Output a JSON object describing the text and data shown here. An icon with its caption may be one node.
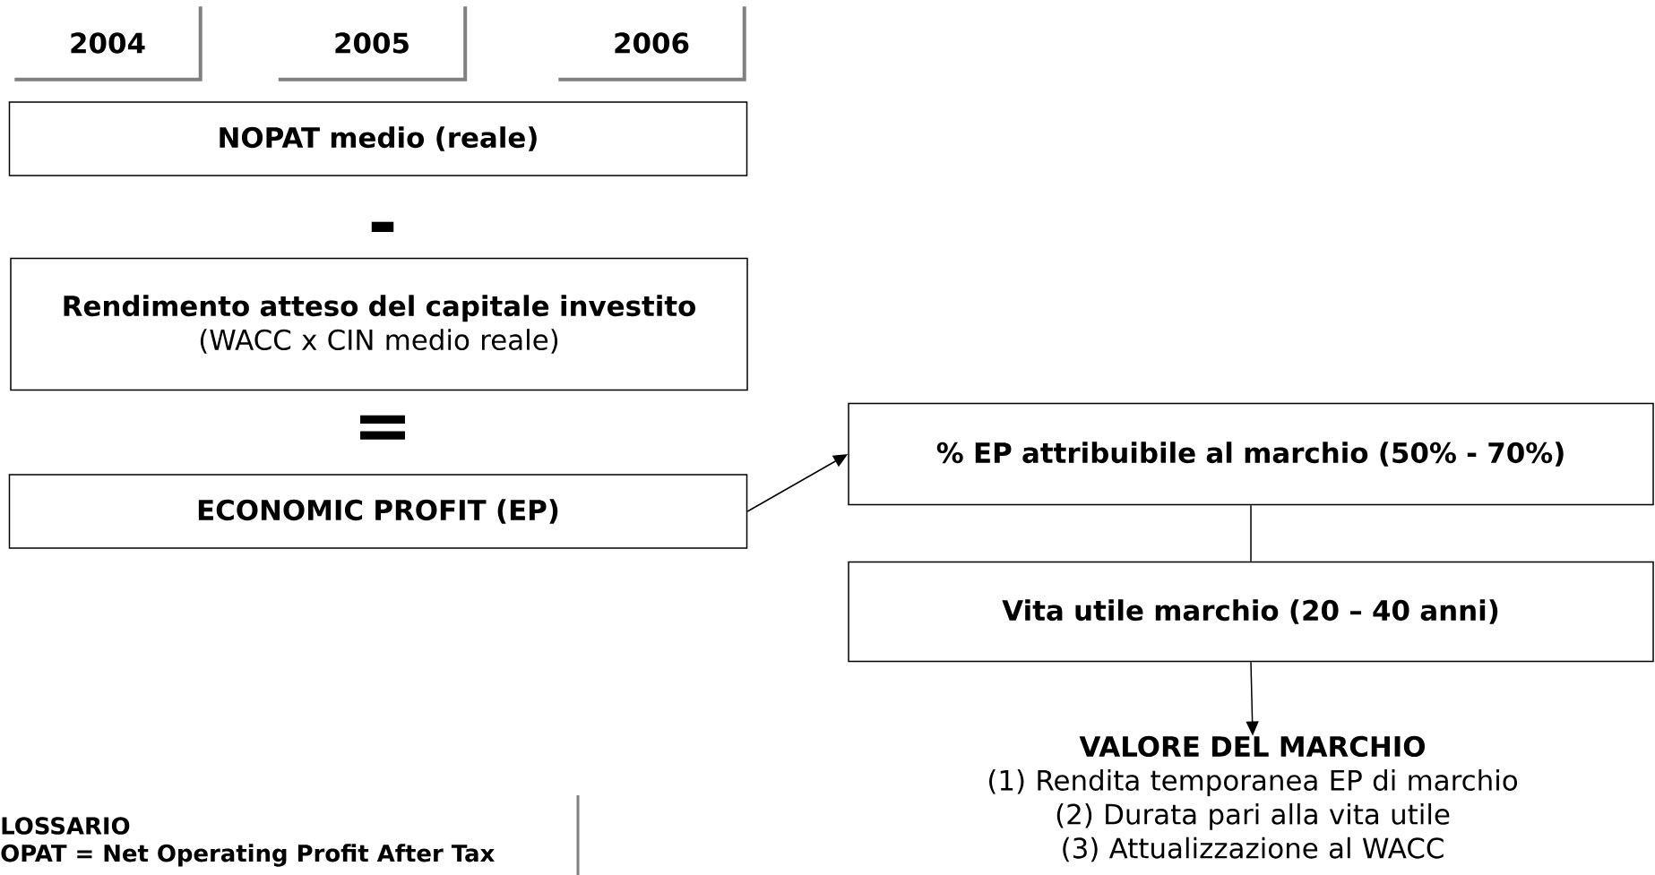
{
  "diagram": {
    "nodes": [
      {
        "text": [
          "2004"
        ]
      },
      {
        "text": [
          "2005"
        ]
      },
      {
        "text": [
          "2006"
        ]
      },
      {
        "text": [
          "NOPAT medio (reale)"
        ]
      },
      {
        "text": [
          "Rendimento atteso del capitale investito",
          "(WACC x CIN medio reale)"
        ]
      },
      {
        "text": [
          "ECONOMIC PROFIT (EP)"
        ]
      },
      {
        "text": [
          "% EP attribuibile al marchio (50% - 70%)"
        ]
      },
      {
        "text": [
          "Vita utile marchio (20 – 40 anni)"
        ]
      },
      {
        "text": [
          "VALORE DEL MARCHIO",
          "(1) Rendita temporanea EP di marchio",
          "(2) Durata pari alla vita utile",
          "(3) Attualizzazione al WACC"
        ]
      }
    ],
    "edges": [
      {
        "from": 5,
        "to": 6,
        "arrow": "to"
      },
      {
        "from": 6,
        "to": 7,
        "arrow": "none"
      },
      {
        "from": 7,
        "to": 8,
        "arrow": "to"
      }
    ],
    "labels": [
      "-",
      "=",
      "LOSSARIO",
      "OPAT = Net Operating Profit After Tax"
    ]
  }
}
